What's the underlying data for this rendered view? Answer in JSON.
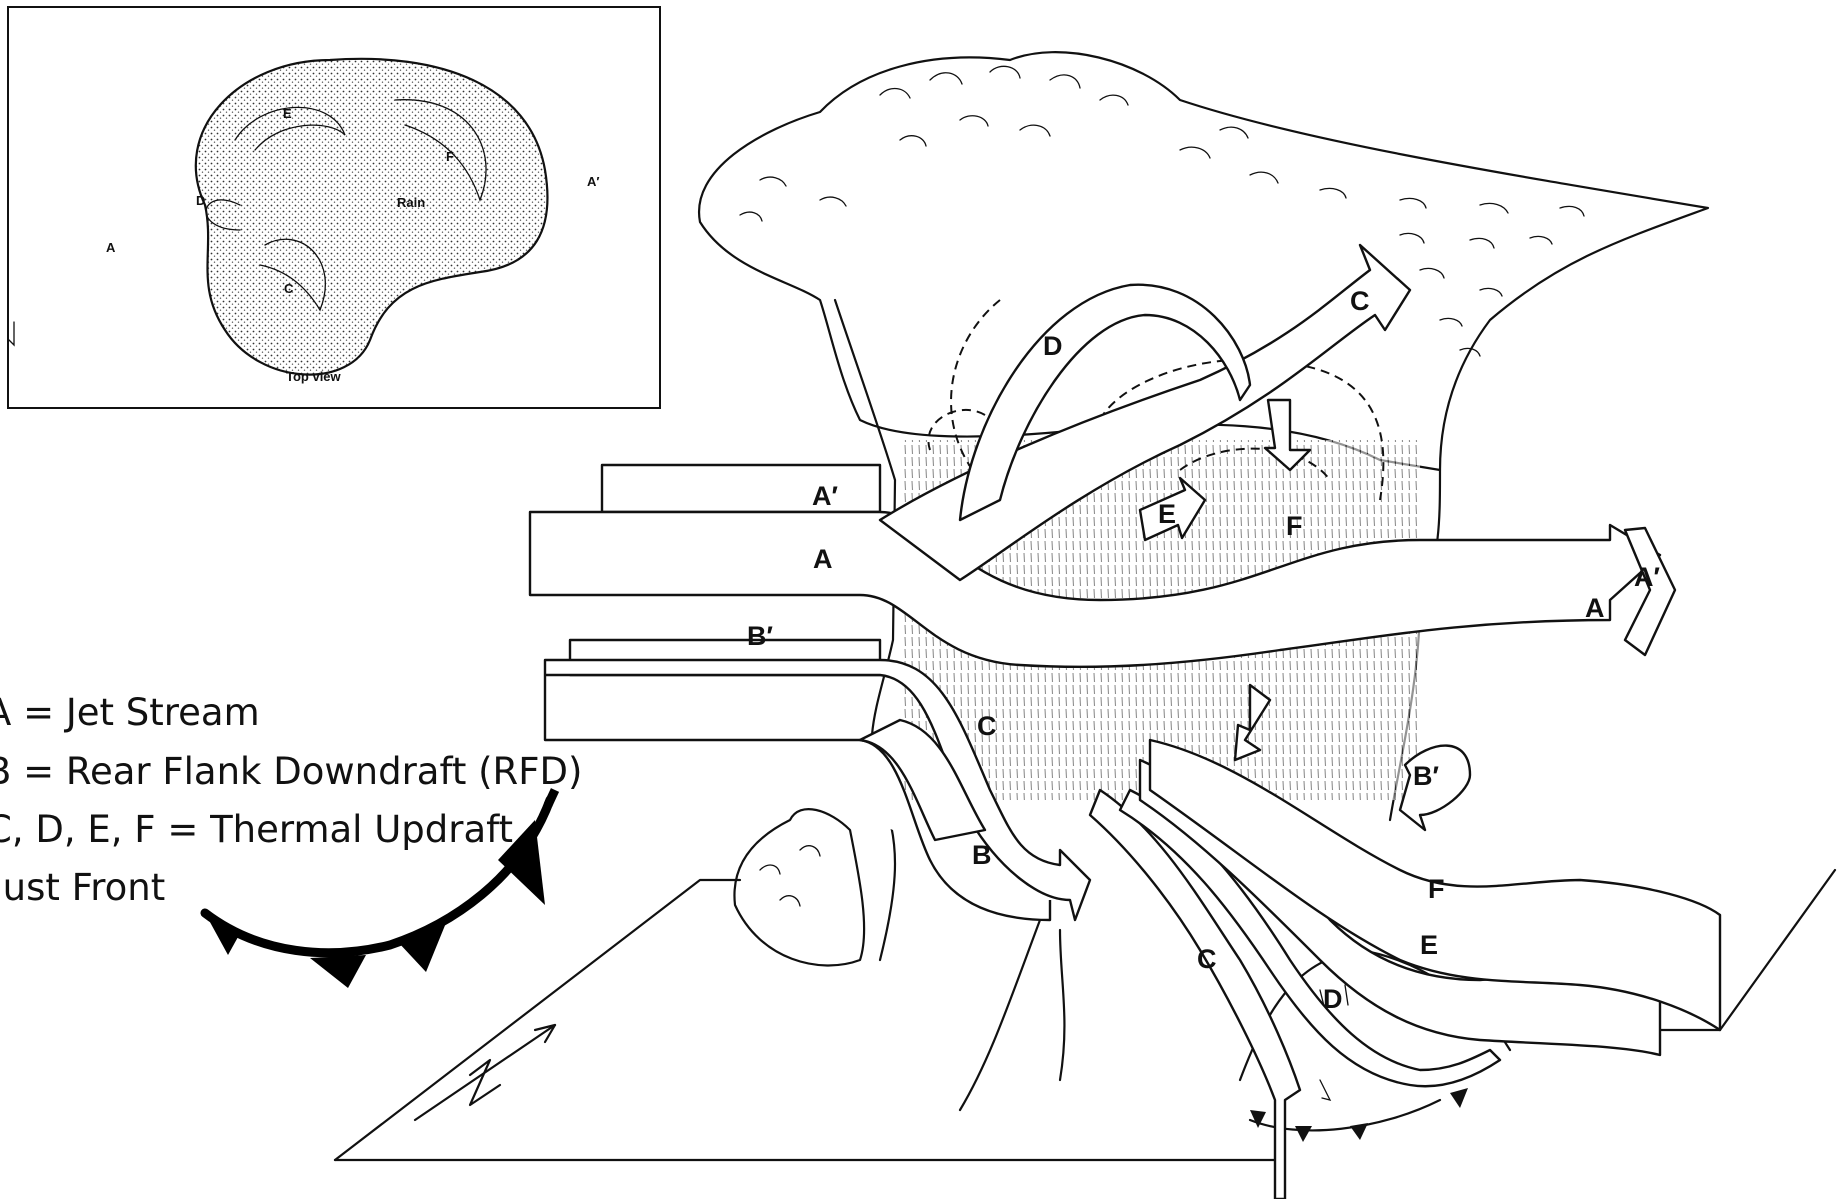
{
  "inset": {
    "rain_label": "Rain",
    "caption": "Top view",
    "labels": {
      "A": "A",
      "A_prime": "A′",
      "C": "C",
      "D": "D",
      "E": "E",
      "F": "F"
    }
  },
  "legend": {
    "lines": [
      "A = Jet Stream",
      "B = Rear Flank Downdraft (RFD)",
      "C, D, E, F = Thermal Updraft",
      "Gust Front"
    ]
  },
  "diagram": {
    "labels": {
      "A_prime_left": "A′",
      "A_left": "A",
      "A_right": "A",
      "A_prime_right": "A′",
      "B_prime_left": "B′",
      "B_left": "B",
      "B_prime_right": "B′",
      "C_top": "C",
      "C_mid": "C",
      "C_low": "C",
      "D_top": "D",
      "D_low": "D",
      "E_top": "E",
      "E_low": "E",
      "F_top": "F",
      "F_low": "F"
    }
  },
  "icons": {
    "north_arrow": "north-arrow-icon",
    "gust_front": "gust-front-symbol-icon"
  }
}
